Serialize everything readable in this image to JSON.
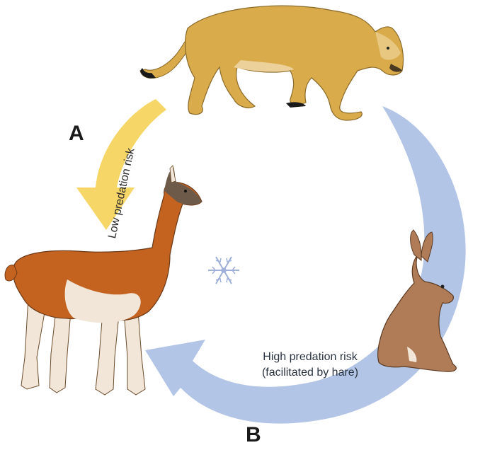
{
  "labels": {
    "a": "A",
    "b": "B",
    "low_risk": "Low predation risk",
    "high_risk_line1": "High predation risk",
    "high_risk_line2": "(facilitated by hare)"
  },
  "colors": {
    "low_risk_arrow": "#f6d667",
    "high_risk_arrow": "#b3c5e6",
    "puma": "#d9ab4b",
    "guanaco": "#c4631f",
    "hare": "#b07c58",
    "snowflake": "#9fb0d8"
  },
  "icons": {
    "puma": "puma-illustration",
    "guanaco": "guanaco-illustration",
    "hare": "hare-illustration",
    "snowflake": "snowflake-icon"
  }
}
